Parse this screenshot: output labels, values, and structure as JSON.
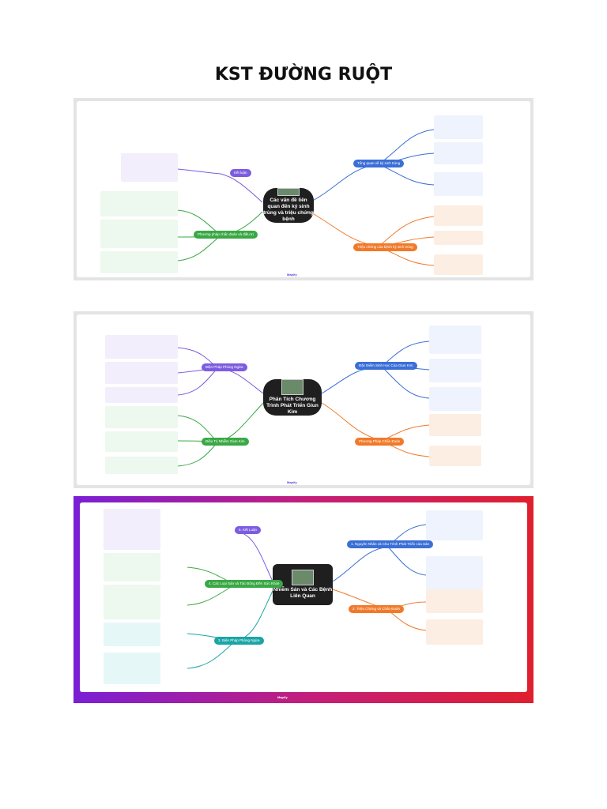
{
  "page": {
    "title": "KST ĐƯỜNG RUỘT"
  },
  "maps": [
    {
      "center": "Các vấn đề liên quan đến ký sinh trùng và triệu chứng bệnh",
      "branches": [
        {
          "label": "Tổng quan về ký sinh trùng",
          "color": "#3b6fd6"
        },
        {
          "label": "Triệu chứng của bệnh ký sinh trùng",
          "color": "#f07a2a"
        },
        {
          "label": "Kết luận",
          "color": "#7c5ce0"
        },
        {
          "label": "Phương pháp chẩn đoán và điều trị",
          "color": "#3aa845"
        }
      ]
    },
    {
      "center": "Phân Tích Chương Trình Phát Triển Giun Kim",
      "branches": [
        {
          "label": "Đặc Điểm Sinh Học Của Giun Kim",
          "color": "#3b6fd6"
        },
        {
          "label": "Phương Pháp Chẩn Đoán",
          "color": "#f07a2a"
        },
        {
          "label": "Biện Pháp Phòng Ngừa",
          "color": "#7c5ce0"
        },
        {
          "label": "Điều Trị Nhiễm Giun Kim",
          "color": "#3aa845"
        }
      ]
    },
    {
      "center": "Nhiễm Sán và Các Bệnh Liên Quan",
      "branches": [
        {
          "label": "1. Nguyên Nhân và Chu Trình Phát Triển của Sán",
          "color": "#3b6fd6"
        },
        {
          "label": "2. Triệu Chứng và Chẩn Đoán",
          "color": "#f07a2a"
        },
        {
          "label": "5. Kết Luận",
          "color": "#7c5ce0"
        },
        {
          "label": "4. Các Loại Sán và Tác Động Đến Sức Khỏe",
          "color": "#3aa845"
        },
        {
          "label": "3. Biện Pháp Phòng Ngừa",
          "color": "#1aa5a5"
        }
      ]
    }
  ]
}
